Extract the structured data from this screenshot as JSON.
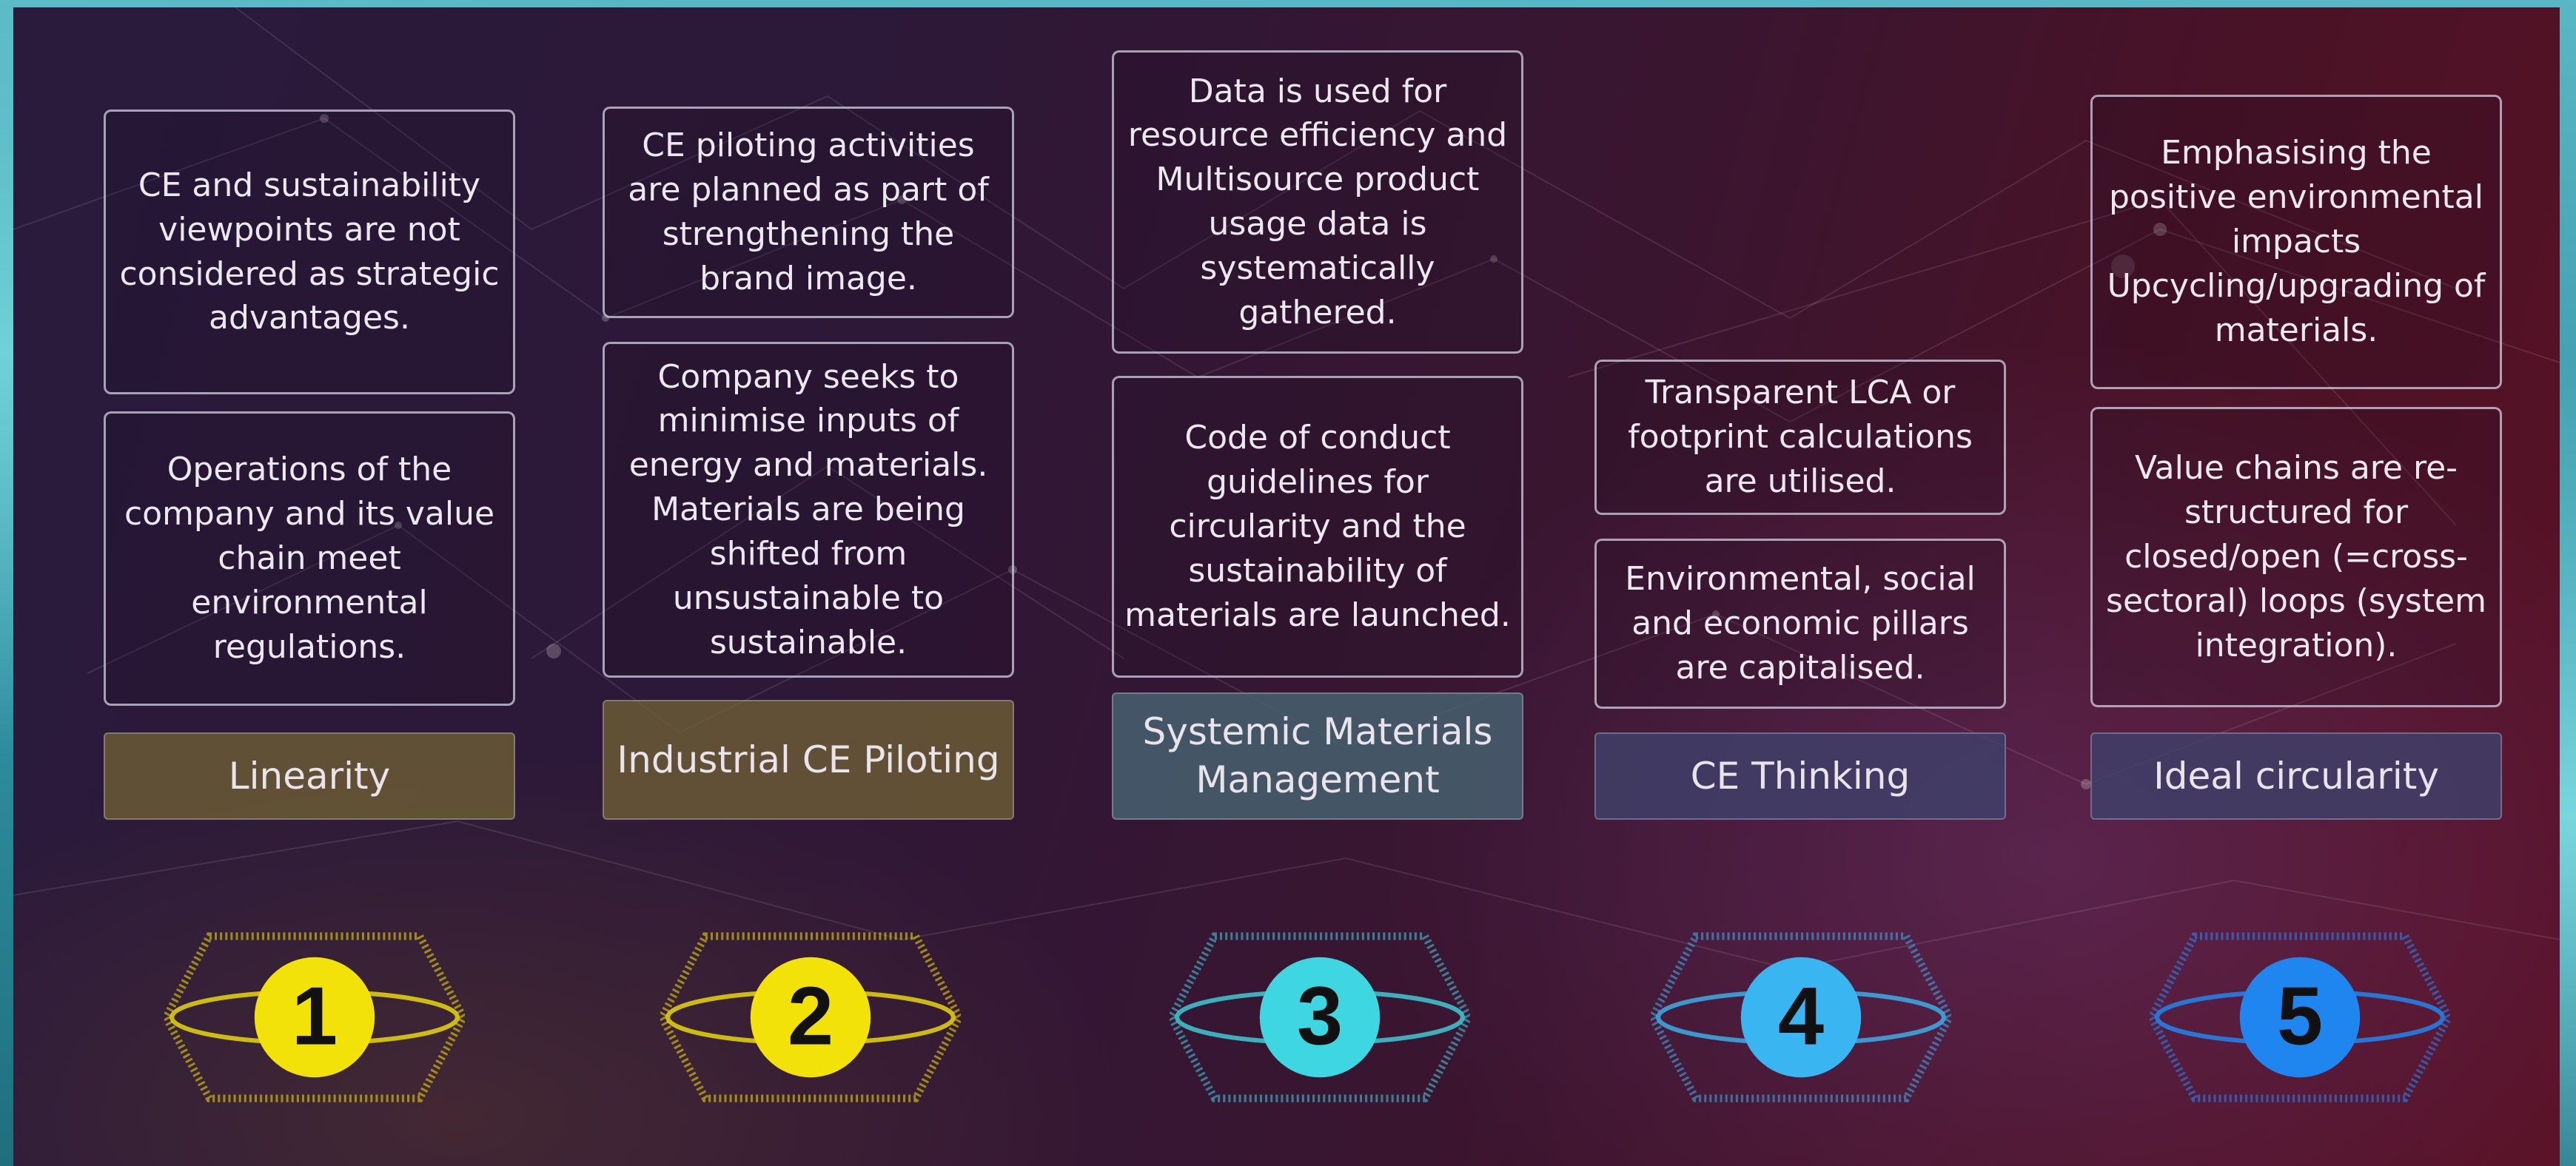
{
  "stages": [
    {
      "number": "1",
      "label": "Linearity",
      "boxes": [
        "CE and sustainability viewpoints are not considered as strategic advantages.",
        "Operations of the company and its value chain meet environmental regulations."
      ]
    },
    {
      "number": "2",
      "label": "Industrial CE Piloting",
      "boxes": [
        "CE piloting activities are planned as part of strengthening the brand image.",
        "Company seeks to minimise inputs of energy and materials. Materials are being shifted from unsustainable to sustainable."
      ]
    },
    {
      "number": "3",
      "label": "Systemic Materials Management",
      "boxes": [
        "Data is used for resource efficiency and Multisource product usage data is systematically gathered.",
        "Code of conduct guidelines for circularity and the sustainability of materials are launched."
      ]
    },
    {
      "number": "4",
      "label": "CE Thinking",
      "boxes": [
        "Transparent LCA or footprint calculations are utilised.",
        "Environmental, social and economic pillars are capitalised."
      ]
    },
    {
      "number": "5",
      "label": "Ideal circularity",
      "boxes": [
        "Emphasising the positive environmental impacts Upcycling/upgrading of materials.",
        "Value chains are re-structured for closed/open (=cross-sectoral) loops (system integration)."
      ]
    }
  ],
  "colors": {
    "gold": "#f2e20a",
    "teal": "#3ed6e0",
    "sky": "#39b6f2",
    "blue": "#1f86f0"
  }
}
